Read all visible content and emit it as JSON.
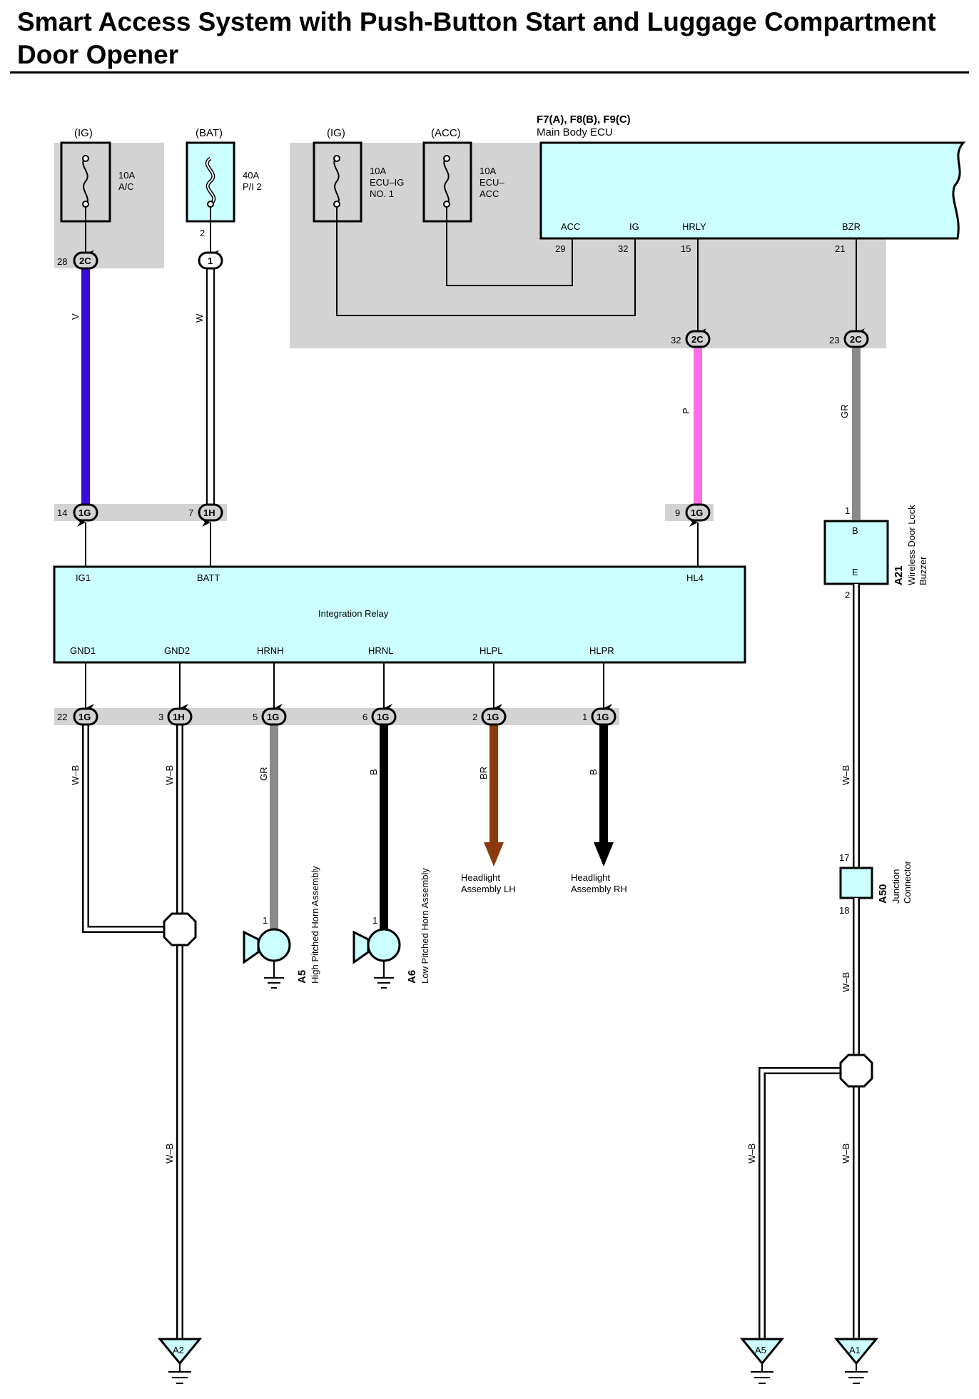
{
  "title": {
    "line1": "Smart Access System with Push-Button Start and Luggage Compartment",
    "line2": "Door Opener"
  },
  "power_sources": [
    {
      "source": "(IG)",
      "rating": "10A",
      "name": "A/C"
    },
    {
      "source": "(BAT)",
      "rating": "40A",
      "name": "P/I 2"
    },
    {
      "source": "(IG)",
      "rating": "10A",
      "name_line1": "ECU–IG",
      "name_line2": "NO. 1"
    },
    {
      "source": "(ACC)",
      "rating": "10A",
      "name_line1": "ECU–",
      "name_line2": "ACC"
    }
  ],
  "main_body_ecu": {
    "codes": "F7(A), F8(B), F9(C)",
    "name": "Main Body ECU",
    "pins": [
      {
        "name": "ACC",
        "number": "29"
      },
      {
        "name": "IG",
        "number": "32"
      },
      {
        "name": "HRLY",
        "number": "15"
      },
      {
        "name": "BZR",
        "number": "21"
      }
    ]
  },
  "connectors": {
    "c2c_28": {
      "pin": "28",
      "code": "2C"
    },
    "c1_2": {
      "pin": "2",
      "code": "1"
    },
    "c2c_32": {
      "pin": "32",
      "code": "2C"
    },
    "c2c_23": {
      "pin": "23",
      "code": "2C"
    },
    "c1g_14": {
      "pin": "14",
      "code": "1G"
    },
    "c1h_7": {
      "pin": "7",
      "code": "1H"
    },
    "c1g_9": {
      "pin": "9",
      "code": "1G"
    },
    "c1g_22": {
      "pin": "22",
      "code": "1G"
    },
    "c1h_3": {
      "pin": "3",
      "code": "1H"
    },
    "c1g_5": {
      "pin": "5",
      "code": "1G"
    },
    "c1g_6": {
      "pin": "6",
      "code": "1G"
    },
    "c1g_2": {
      "pin": "2",
      "code": "1G"
    },
    "c1g_1": {
      "pin": "1",
      "code": "1G"
    }
  },
  "wire_colors": {
    "v": "V",
    "w": "W",
    "p": "P",
    "gr": "GR",
    "wb": "W–B",
    "b": "B",
    "br": "BR"
  },
  "integration_relay": {
    "name": "Integration Relay",
    "pins_top": [
      "IG1",
      "BATT",
      "HL4"
    ],
    "pins_bottom": [
      "GND1",
      "GND2",
      "HRNH",
      "HRNL",
      "HLPL",
      "HLPR"
    ]
  },
  "buzzer": {
    "code": "A21",
    "name_line1": "Wireless Door Lock",
    "name_line2": "Buzzer",
    "pin_b": "B",
    "pin_e": "E",
    "pin1": "1",
    "pin2": "2"
  },
  "junction": {
    "code": "A50",
    "name_line1": "Junction",
    "name_line2": "Connector",
    "pin_top": "17",
    "pin_bottom": "18"
  },
  "horns": [
    {
      "code": "A5",
      "name": "High Pitched Horn Assembly",
      "pin": "1"
    },
    {
      "code": "A6",
      "name": "Low Pitched Horn Assembly",
      "pin": "1"
    }
  ],
  "headlights": [
    {
      "line1": "Headlight",
      "line2": "Assembly LH"
    },
    {
      "line1": "Headlight",
      "line2": "Assembly RH"
    }
  ],
  "grounds": [
    "A2",
    "A5",
    "A1"
  ],
  "colors": {
    "shade": "#d3d3d3",
    "component_fill": "#ccffff",
    "wire_violet": "#3a0ad8",
    "wire_pink": "#ff6ee8",
    "wire_gray": "#8a8a8a",
    "wire_brown": "#8b3a0e",
    "wire_black": "#000000"
  }
}
